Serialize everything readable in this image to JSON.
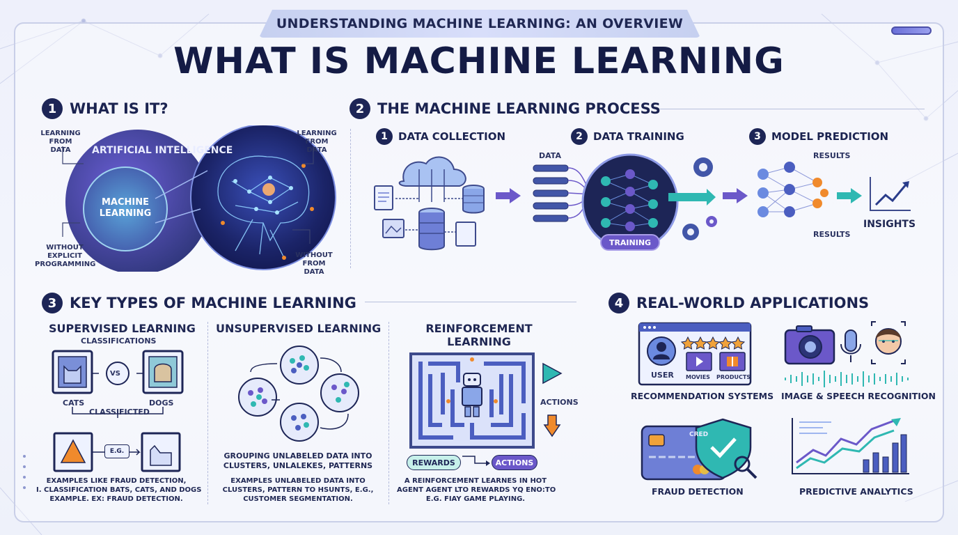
{
  "header": {
    "subtitle": "UNDERSTANDING MACHINE LEARNING: AN OVERVIEW",
    "title": "WHAT IS MACHINE LEARNING"
  },
  "section1": {
    "num": "1",
    "title": "WHAT IS IT?",
    "ai_label": "ARTIFICIAL INTELLIGENCE",
    "ml_label": "MACHINE LEARNING",
    "callouts": {
      "top_left": "LEARNING FROM DATA",
      "top_right": "LEARNING FROM DATA",
      "bottom_left": "WITHOUT EXPLICIT PROGRAMMING",
      "bottom_right": "WITHOUT FROM DATA"
    }
  },
  "section2": {
    "num": "2",
    "title": "THE MACHINE LEARNING PROCESS",
    "steps": [
      {
        "num": "1",
        "label": "DATA COLLECTION"
      },
      {
        "num": "2",
        "label": "DATA TRAINING"
      },
      {
        "num": "3",
        "label": "MODEL PREDICTION"
      }
    ],
    "data_label": "DATA",
    "training_label": "TRAINING",
    "results_top": "RESULTS",
    "results_bottom": "RESULTS",
    "insights_label": "INSIGHTS"
  },
  "section3": {
    "num": "3",
    "title": "KEY TYPES OF MACHINE LEARNING",
    "supervised": {
      "title": "SUPERVISED LEARNING",
      "classifications": "CLASSIFICATIONS",
      "vs": "VS",
      "cats": "CATS",
      "dogs": "DOGS",
      "classified": "CLASSIFICTED",
      "eg": "E.G.",
      "desc": [
        "EXAMPLES LIKE FRAUD DETECTION,",
        "I. CLASSIFICATION BATS, CATS, AND DOGS",
        "EXAMPLE. EX: FRAUD DETECTION."
      ]
    },
    "unsupervised": {
      "title": "UNSUPERVISED LEARNING",
      "caption": [
        "GROUPING UNLABELED DATA INTO",
        "CLUSTERS, UNLALEKES, PATTERNS"
      ],
      "desc": [
        "EXAMPLES UNLABELED DATA INTO",
        "CLUSTERS, PATTERN TO HSUNTS, E.G.,",
        "CUSTOMER SEGMENTATION."
      ]
    },
    "reinforcement": {
      "title": [
        "REINFORCEMENT",
        "LEARNING"
      ],
      "actions_side": "ACTIONS",
      "rewards": "REWARDS",
      "actions": "ACTIONS",
      "desc": [
        "A REINFORCEMENT LEARNES IN HOT",
        "AGENT AGENT LTO REWARDS YQ ENO:TO",
        "E.G. FIAY GAME PLAYING."
      ]
    }
  },
  "section4": {
    "num": "4",
    "title": "REAL-WORLD APPLICATIONS",
    "rec": {
      "caption": "RECOMMENDATION SYSTEMS",
      "user": "USER",
      "movies": "MOVIES",
      "products": "PRODUCTS"
    },
    "speech": {
      "caption": "IMAGE & SPEECH RECOGNITION"
    },
    "fraud": {
      "caption": "FRAUD DETECTION",
      "card_text": "CRED"
    },
    "predictive": {
      "caption": "PREDICTIVE ANALYTICS"
    }
  },
  "colors": {
    "navy": "#1d2556",
    "purple": "#6b58c9",
    "teal": "#2fb8b2",
    "orange": "#f08a2c",
    "blue_light": "#9fb6ef"
  }
}
